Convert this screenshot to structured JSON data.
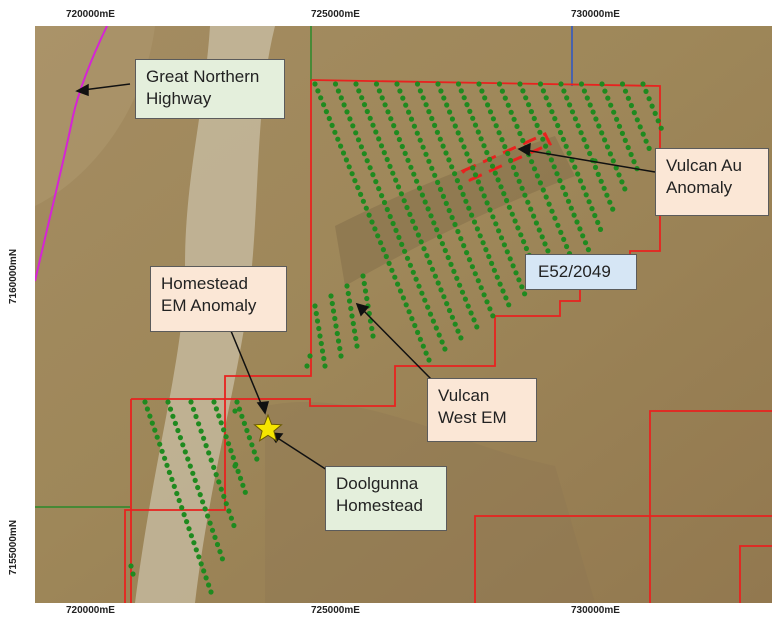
{
  "map": {
    "grid_labels": {
      "easting_top": [
        "720000mE",
        "725000mE",
        "730000mE"
      ],
      "easting_bottom": [
        "720000mE",
        "725000mE",
        "730000mE"
      ],
      "northing_left": [
        "7160000mN",
        "7155000mN"
      ]
    },
    "callouts": {
      "highway": [
        "Great Northern",
        "Highway"
      ],
      "vulcan_au": [
        "Vulcan Au",
        "Anomaly"
      ],
      "tenement": "E52/2049",
      "homestead_em": [
        "Homestead",
        "EM Anomaly"
      ],
      "vulcan_west": [
        "Vulcan",
        "West EM"
      ],
      "doolgunna": [
        "Doolgunna",
        "Homestead"
      ]
    },
    "colors": {
      "tenement_boundary": "#e8221f",
      "survey_station": "#1f8a1f",
      "highway_line": "#d524d5",
      "anomaly_outline": "#e8221f",
      "homestead_star": "#f5e600",
      "blue_boundary": "#2b55c8",
      "green_boundary": "#2a8a2a"
    },
    "icons": {
      "homestead": "star-icon"
    }
  }
}
